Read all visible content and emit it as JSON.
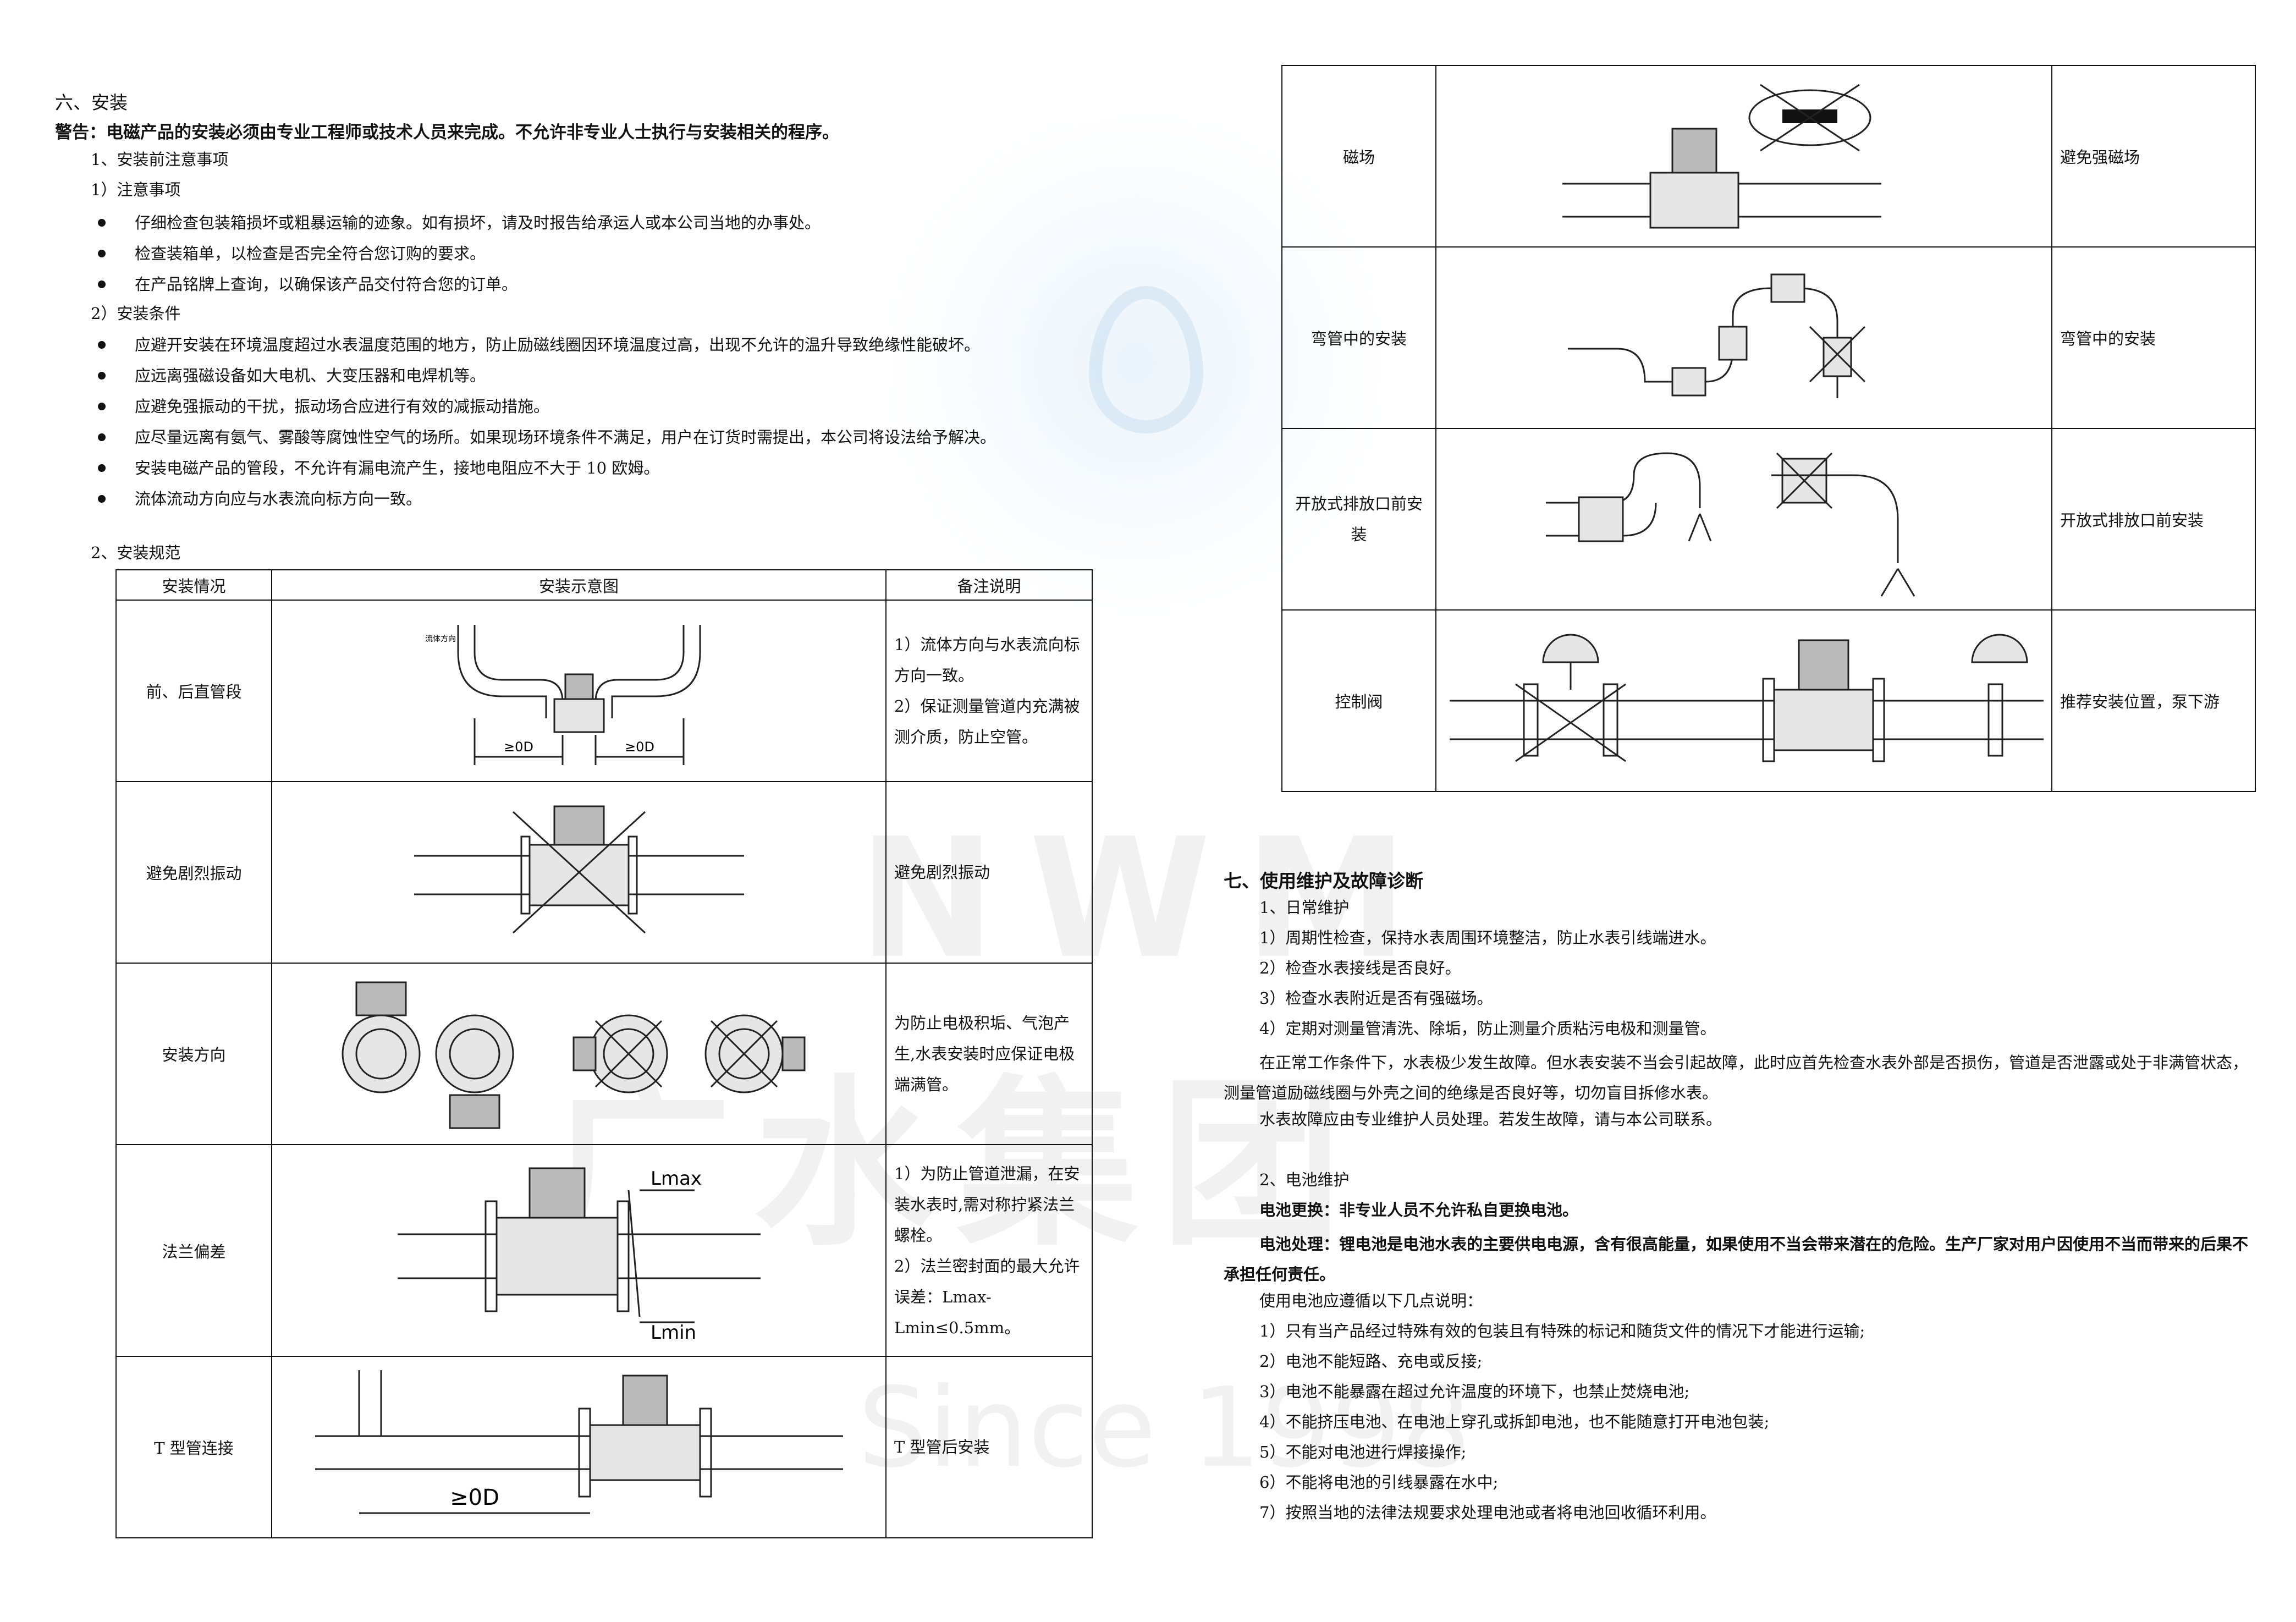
{
  "watermark": {
    "brand": "NWM",
    "company": "广水集团",
    "since": "Since 1998"
  },
  "left": {
    "section_title": "六、安装",
    "warning": "警告：电磁产品的安装必须由专业工程师或技术人员来完成。不允许非专业人士执行与安装相关的程序。",
    "sub1": "1、安装前注意事项",
    "sub1_1": "1）注意事项",
    "notes": [
      "仔细检查包装箱损坏或粗暴运输的迹象。如有损坏，请及时报告给承运人或本公司当地的办事处。",
      "检查装箱单，以检查是否完全符合您订购的要求。",
      "在产品铭牌上查询，以确保该产品交付符合您的订单。"
    ],
    "sub1_2": "2）安装条件",
    "conditions": [
      "应避开安装在环境温度超过水表温度范围的地方，防止励磁线圈因环境温度过高，出现不允许的温升导致绝缘性能破坏。",
      "应远离强磁设备如大电机、大变压器和电焊机等。",
      "应避免强振动的干扰，振动场合应进行有效的减振动措施。",
      "应尽量远离有氨气、雾酸等腐蚀性空气的场所。如果现场环境条件不满足，用户在订货时需提出，本公司将设法给予解决。",
      "安装电磁产品的管段，不允许有漏电流产生，接地电阻应不大于 10 欧姆。",
      "流体流动方向应与水表流向标方向一致。"
    ],
    "sub2": "2、安装规范",
    "table_headers": [
      "安装情况",
      "安装示意图",
      "备注说明"
    ],
    "rows": [
      {
        "name": "前、后直管段",
        "note": [
          "1）流体方向与水表流向标方向一致。",
          "2）保证测量管道内充满被测介质，防止空管。"
        ],
        "fig_labels": [
          "流体方向",
          "≥0D",
          "≥0D"
        ]
      },
      {
        "name": "避免剧烈振动",
        "note": [
          "避免剧烈振动"
        ]
      },
      {
        "name": "安装方向",
        "note": [
          "为防止电极积垢、气泡产生,水表安装时应保证电极端满管。"
        ]
      },
      {
        "name": "法兰偏差",
        "note": [
          "1）为防止管道泄漏，在安装水表时,需对称拧紧法兰螺栓。",
          "2）法兰密封面的最大允许误差：Lmax-Lmin≤0.5mm。"
        ],
        "fig_labels": [
          "Lmax",
          "Lmin"
        ]
      },
      {
        "name": "T 型管连接",
        "note": [
          "T 型管后安装"
        ],
        "fig_labels": [
          "≥0D"
        ]
      }
    ]
  },
  "right_table": [
    {
      "name": "磁场",
      "note": "避免强磁场"
    },
    {
      "name": "弯管中的安装",
      "note": "弯管中的安装"
    },
    {
      "name": "开放式排放口前安装",
      "note": "开放式排放口前安装"
    },
    {
      "name": "控制阀",
      "note": "推荐安装位置，泵下游"
    }
  ],
  "section7": {
    "title": "七、使用维护及故障诊断",
    "sub1": "1、日常维护",
    "items": [
      "1）周期性检查，保持水表周围环境整洁，防止水表引线端进水。",
      "2）检查水表接线是否良好。",
      "3）检查水表附近是否有强磁场。",
      "4）定期对测量管清洗、除垢，防止测量介质粘污电极和测量管。"
    ],
    "para1": "在正常工作条件下，水表极少发生故障。但水表安装不当会引起故障，此时应首先检查水表外部是否损伤，管道是否泄露或处于非满管状态，测量管道励磁线圈与外壳之间的绝缘是否良好等，切勿盲目拆修水表。",
    "para2": "水表故障应由专业维护人员处理。若发生故障，请与本公司联系。",
    "sub2": "2、电池维护",
    "battery_replace": "电池更换：非专业人员不允许私自更换电池。",
    "battery_handle": "电池处理：锂电池是电池水表的主要供电电源，含有很高能量，如果使用不当会带来潜在的危险。生产厂家对用户因使用不当而带来的后果不承担任何责任。",
    "usage_intro": "使用电池应遵循以下几点说明：",
    "usage": [
      "1）只有当产品经过特殊有效的包装且有特殊的标记和随货文件的情况下才能进行运输;",
      "2）电池不能短路、充电或反接;",
      "3）电池不能暴露在超过允许温度的环境下，也禁止焚烧电池;",
      "4）不能挤压电池、在电池上穿孔或拆卸电池，也不能随意打开电池包装;",
      "5）不能对电池进行焊接操作;",
      "6）不能将电池的引线暴露在水中;",
      "7）按照当地的法律法规要求处理电池或者将电池回收循环利用。"
    ]
  }
}
